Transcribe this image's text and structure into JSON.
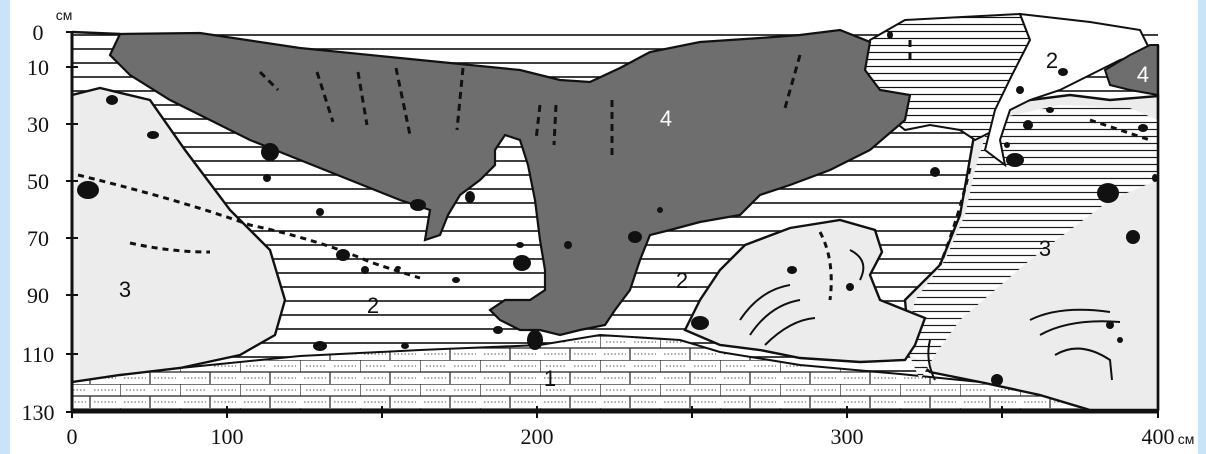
{
  "y_axis": {
    "unit": "см",
    "ticks": [
      "0",
      "10",
      "30",
      "50",
      "70",
      "90",
      "110",
      "130"
    ]
  },
  "x_axis": {
    "unit": "см",
    "ticks": [
      "0",
      "100",
      "200",
      "300",
      "400"
    ]
  },
  "zones": {
    "layer_1": "1",
    "layer_2": "2",
    "layer_3": "3",
    "layer_4": "4"
  },
  "colors": {
    "fill_4": "#6e6e6e",
    "fill_3": "#ececec",
    "outline": "#111111",
    "background_strip": "#c9e3f7"
  }
}
